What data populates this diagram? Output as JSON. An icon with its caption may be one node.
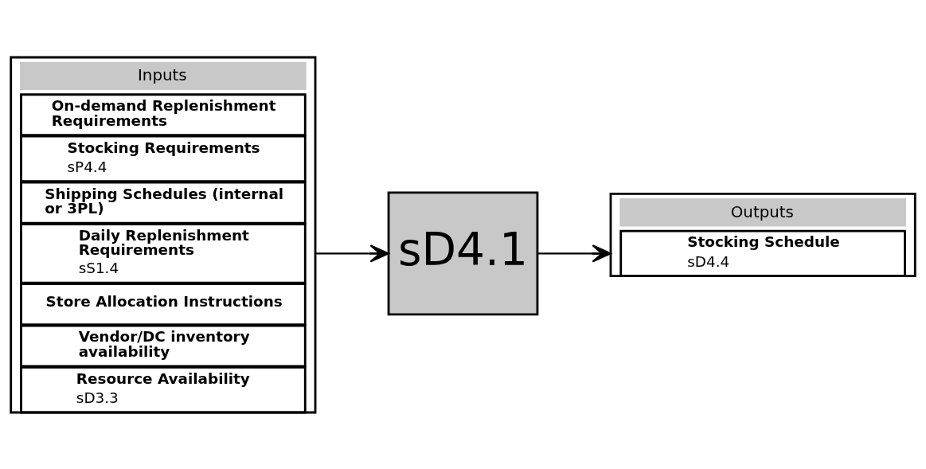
{
  "diagram": {
    "nodes": [
      {
        "text": [
          "Inputs"
        ]
      },
      {
        "text": [
          "Resource Availability",
          "sD3.3"
        ],
        "in": 0
      },
      {
        "text": [
          "Vendor/DC inventory availability"
        ],
        "in": 0
      },
      {
        "text": [
          "Store Allocation Instructions"
        ],
        "in": 0
      },
      {
        "text": [
          "Daily Replenishment Requirements",
          "sS1.4"
        ],
        "in": 0
      },
      {
        "text": [
          "Shipping Schedules (internal or 3PL)"
        ],
        "in": 0
      },
      {
        "text": [
          "Stocking Requirements",
          "sP4.4"
        ],
        "in": 0
      },
      {
        "text": [
          "On-demand Replenishment Requirements"
        ],
        "in": 0
      },
      {
        "text": [
          "sD4.1"
        ]
      },
      {
        "text": [
          "Outputs"
        ]
      },
      {
        "text": [
          "Stocking Schedule",
          "sD4.4"
        ],
        "in": 9
      }
    ],
    "edges": [
      {
        "from": 0,
        "to": 8,
        "arrow": "to"
      },
      {
        "from": 8,
        "to": 9,
        "arrow": "to"
      }
    ]
  }
}
